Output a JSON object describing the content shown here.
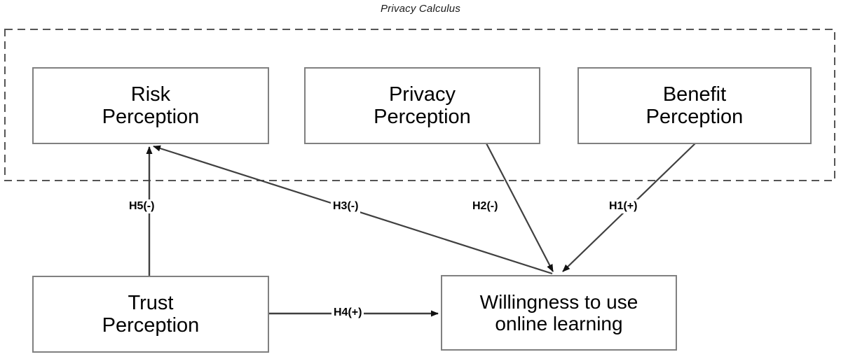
{
  "diagram": {
    "title": "Privacy Calculus",
    "boundary": {
      "label": "Privacy Calculus",
      "style": "dashed"
    },
    "nodes": [
      {
        "id": "risk",
        "label": "Risk\nPerception"
      },
      {
        "id": "privacy",
        "label": "Privacy\nPerception"
      },
      {
        "id": "benefit",
        "label": "Benefit\nPerception"
      },
      {
        "id": "trust",
        "label": "Trust\nPerception"
      },
      {
        "id": "willing",
        "label": "Willingness to use\nonline learning"
      }
    ],
    "edges": [
      {
        "id": "h1",
        "label": "H1(+)",
        "from": "benefit",
        "to": "willing",
        "sign": "+"
      },
      {
        "id": "h2",
        "label": "H2(-)",
        "from": "privacy",
        "to": "willing",
        "sign": "-"
      },
      {
        "id": "h3",
        "label": "H3(-)",
        "from": "risk",
        "to": "willing",
        "sign": "-"
      },
      {
        "id": "h4",
        "label": "H4(+)",
        "from": "trust",
        "to": "willing",
        "sign": "+"
      },
      {
        "id": "h5",
        "label": "H5(-)",
        "from": "trust",
        "to": "risk",
        "sign": "-"
      }
    ],
    "colors": {
      "box_border": "#808080",
      "line": "#404040",
      "dashed_border": "#555555",
      "text": "#000000",
      "background": "#ffffff"
    }
  }
}
